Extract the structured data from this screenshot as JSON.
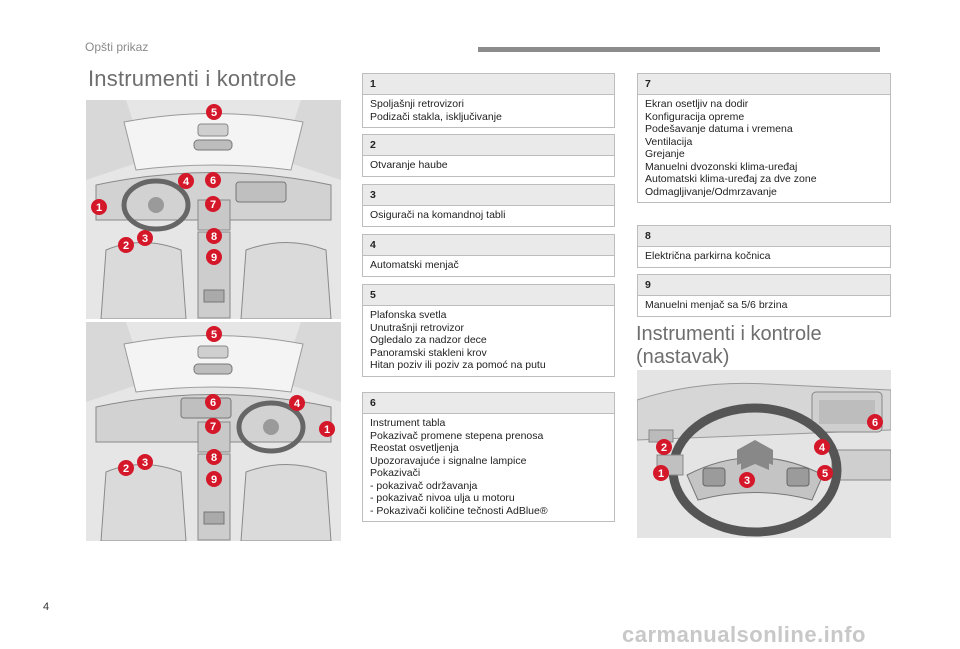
{
  "header": {
    "section": "Opšti prikaz"
  },
  "page": {
    "title": "Instrumenti i kontrole",
    "number": "4"
  },
  "subtitle": {
    "line1": "Instrumenti i kontrole",
    "line2": "(nastavak)"
  },
  "panels": {
    "p1": {
      "num": "1",
      "lines": [
        "Spoljašnji retrovizori",
        "Podizači stakla, isključivanje"
      ]
    },
    "p2": {
      "num": "2",
      "lines": [
        "Otvaranje haube"
      ]
    },
    "p3": {
      "num": "3",
      "lines": [
        "Osigurači na komandnoj tabli"
      ]
    },
    "p4": {
      "num": "4",
      "lines": [
        "Automatski menjač"
      ]
    },
    "p5": {
      "num": "5",
      "lines": [
        "Plafonska svetla",
        "Unutrašnji retrovizor",
        "Ogledalo za nadzor dece",
        "Panoramski stakleni krov",
        "Hitan poziv ili poziv za pomoć na putu"
      ]
    },
    "p6": {
      "num": "6",
      "lines": [
        "Instrument tabla",
        "Pokazivač promene stepena prenosa",
        "Reostat osvetljenja",
        "Upozoravajuće i signalne lampice",
        "Pokazivači",
        "-  pokazivač održavanja",
        "-  pokazivač nivoa ulja u motoru",
        "-  Pokazivači količine tečnosti AdBlue®"
      ]
    },
    "p7": {
      "num": "7",
      "lines": [
        "Ekran osetljiv na dodir",
        "Konfiguracija opreme",
        "Podešavanje datuma i vremena",
        "Ventilacija",
        "Grejanje",
        "Manuelni dvozonski klima-uređaj",
        "Automatski klima-uređaj za dve zone",
        "Odmagljivanje/Odmrzavanje"
      ]
    },
    "p8": {
      "num": "8",
      "lines": [
        "Električna parkirna kočnica"
      ]
    },
    "p9": {
      "num": "9",
      "lines": [
        "Manuelni menjač sa 5/6 brzina"
      ]
    }
  },
  "badges": {
    "top": [
      "5",
      "4",
      "6",
      "1",
      "7",
      "3",
      "2",
      "8",
      "9"
    ],
    "bottom": [
      "5",
      "6",
      "4",
      "1",
      "7",
      "3",
      "2",
      "8",
      "9"
    ],
    "wheel": [
      "6",
      "2",
      "4",
      "1",
      "3",
      "5"
    ]
  },
  "watermark": "carmanualsonline.info",
  "colors": {
    "badge": "#d4182a",
    "panel_header": "#eaeaea"
  }
}
